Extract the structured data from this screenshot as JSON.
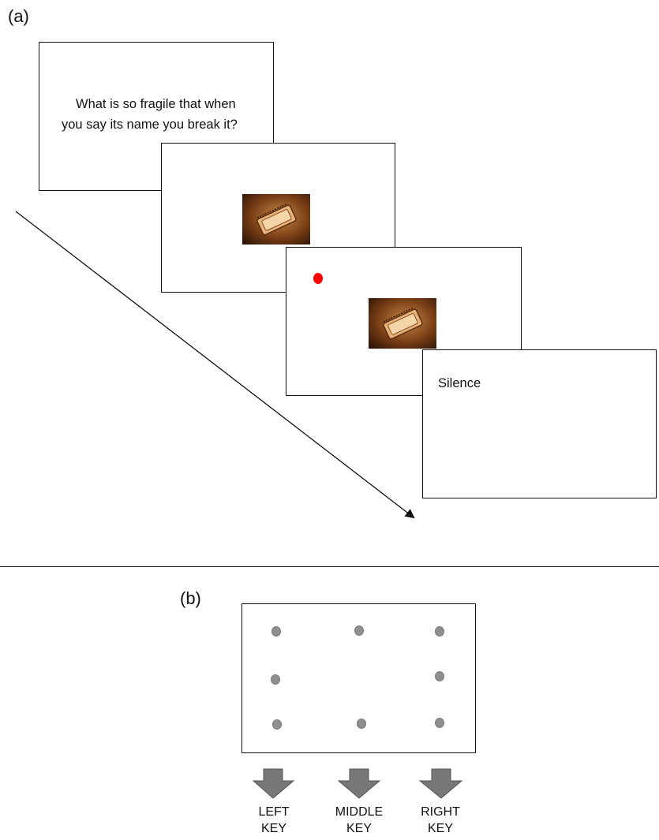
{
  "panel_a": {
    "label": "(a)",
    "question_text_line1": "What is so fragile that when",
    "question_text_line2": "you say its name you break it?",
    "silence_text": "Silence",
    "cue_dot_color": "#ff0000"
  },
  "panel_b": {
    "label": "(b)",
    "keys": [
      {
        "line1": "LEFT",
        "line2": "KEY"
      },
      {
        "line1": "MIDDLE",
        "line2": "KEY"
      },
      {
        "line1": "RIGHT",
        "line2": "KEY"
      }
    ],
    "dot_color": "#8f8f8f",
    "arrow_color": "#777777"
  }
}
